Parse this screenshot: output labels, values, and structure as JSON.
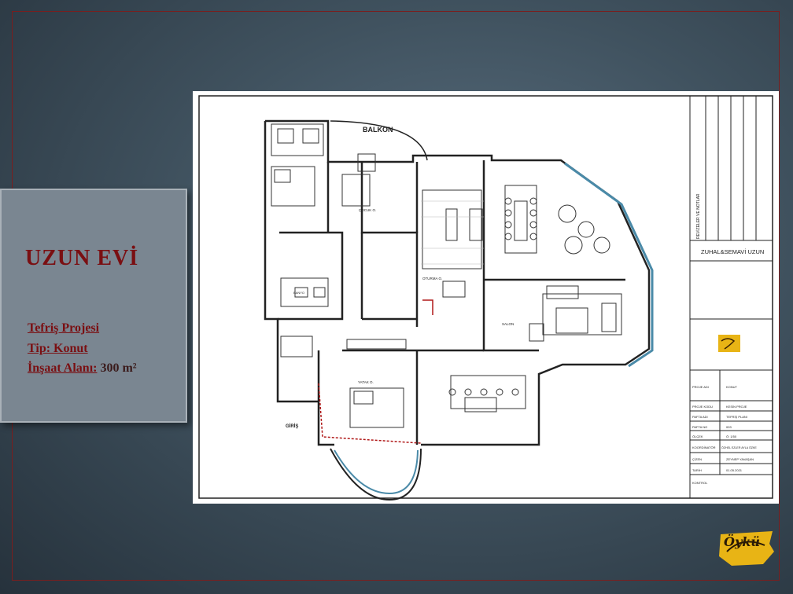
{
  "project": {
    "title": "UZUN EVİ",
    "info": [
      {
        "label": "Tefriş Projesi",
        "value": ""
      },
      {
        "label": "Tip: Konut",
        "value": ""
      },
      {
        "label": "İnşaat Alanı:",
        "value": "300 m²"
      }
    ]
  },
  "plan": {
    "rooms": {
      "balkon": "BALKON",
      "cocuk": "ÇOCUK O.",
      "oturma": "OTURMA O.",
      "salon": "SALON",
      "yatak": "YATAK O.",
      "giris": "GİRİŞ",
      "banyo": "BANYO"
    }
  },
  "title_block": {
    "side_label": "REVİZELER VE NOTLAR",
    "client": "ZUHAL&SEMAVİ UZUN",
    "rows": [
      {
        "k": "PROJE ADI",
        "v": "KONUT"
      },
      {
        "k": "PROJE KODU",
        "v": "KESİN PROJE"
      },
      {
        "k": "PAFTA ADI",
        "v": "TEFRİŞ PLANI"
      },
      {
        "k": "PAFTA NO",
        "v": "003"
      },
      {
        "k": "ÖLÇEK",
        "v": "Ö: 1/50"
      },
      {
        "k": "KOORDİNATÖR",
        "v": "ÖZHEL EZLER   AYLA ÖZKE"
      },
      {
        "k": "ÇİZEN",
        "v": "ZEYNEP YAVAŞAN"
      },
      {
        "k": "TARİH",
        "v": "01.05.2021"
      },
      {
        "k": "KONTROL",
        "v": ""
      }
    ]
  },
  "logo": {
    "text": "Öykü"
  }
}
